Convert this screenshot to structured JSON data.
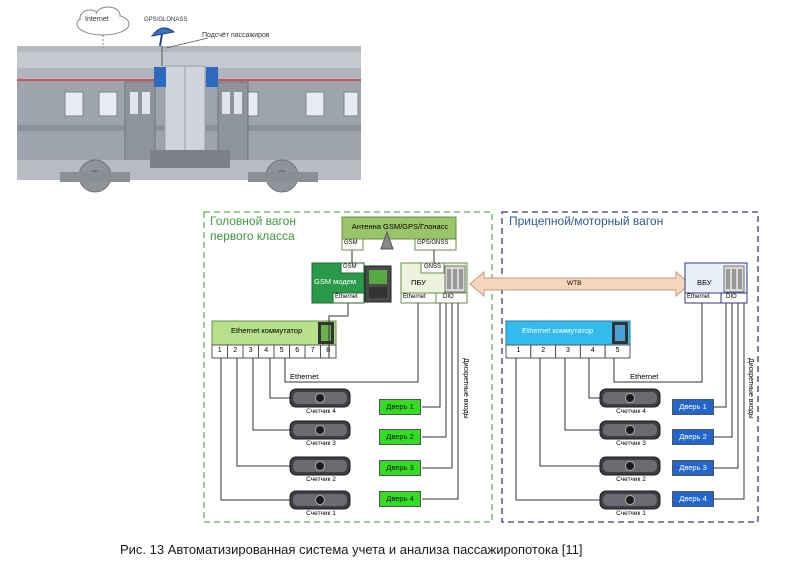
{
  "train": {
    "internet_label": "Internet",
    "gps_label": "GPS/GLONASS",
    "counting_label": "Подсчёт пассажиров"
  },
  "head_car": {
    "title_line1": "Головной вагон",
    "title_line2": "первого класса",
    "antenna_label": "Антенна GSM/GPS/Глонасс",
    "antenna_port_gsm": "GSM",
    "antenna_port_gps": "GPS/GNSS",
    "modem_label": "GSM модем",
    "modem_port_gsm": "GSM",
    "modem_port_eth": "Ethernet",
    "pbu_label": "ПБУ",
    "pbu_port_gnss": "GNSS",
    "pbu_port_eth": "Ethernet",
    "pbu_port_dio": "DIO",
    "switch_label": "Ethernet коммутатор",
    "switch_ports": [
      "1",
      "2",
      "3",
      "4",
      "5",
      "6",
      "7",
      "8"
    ],
    "ethernet_label": "Ethernet",
    "discrete_label": "Дискретные входы",
    "sensors": [
      "Счетчик 4",
      "Счетчик 3",
      "Счетчик 2",
      "Счетчик 1"
    ],
    "doors": [
      "Дверь 1",
      "Дверь 2",
      "Дверь 3",
      "Дверь 4"
    ]
  },
  "trailer_car": {
    "title": "Прицепной/моторный вагон",
    "vbu_label": "ВБУ",
    "vbu_port_eth": "Ethernet",
    "vbu_port_dio": "DIO",
    "switch_label": "Ethernet коммутатор",
    "switch_ports": [
      "1",
      "2",
      "3",
      "4",
      "5"
    ],
    "ethernet_label": "Ethernet",
    "discrete_label": "Дискретные входы",
    "sensors": [
      "Счетчик 4",
      "Счетчик 3",
      "Счетчик 2",
      "Счетчик 1"
    ],
    "doors": [
      "Дверь 1",
      "Дверь 2",
      "Дверь 3",
      "Дверь 4"
    ]
  },
  "wtb_label": "WTB",
  "caption": "Рис. 13 Автоматизированная система учета и анализа пассажиропотока [11]",
  "colors": {
    "green_border": "#5cb85c",
    "blue_border": "#333a80",
    "door_green": "#33dd22",
    "door_blue": "#2266cc",
    "switch_green": "#b6e08a",
    "switch_blue": "#33bbee",
    "antenna": "#9ac46a",
    "modem": "#2a9a48",
    "wtb_arrow": "#f6d7bd"
  }
}
